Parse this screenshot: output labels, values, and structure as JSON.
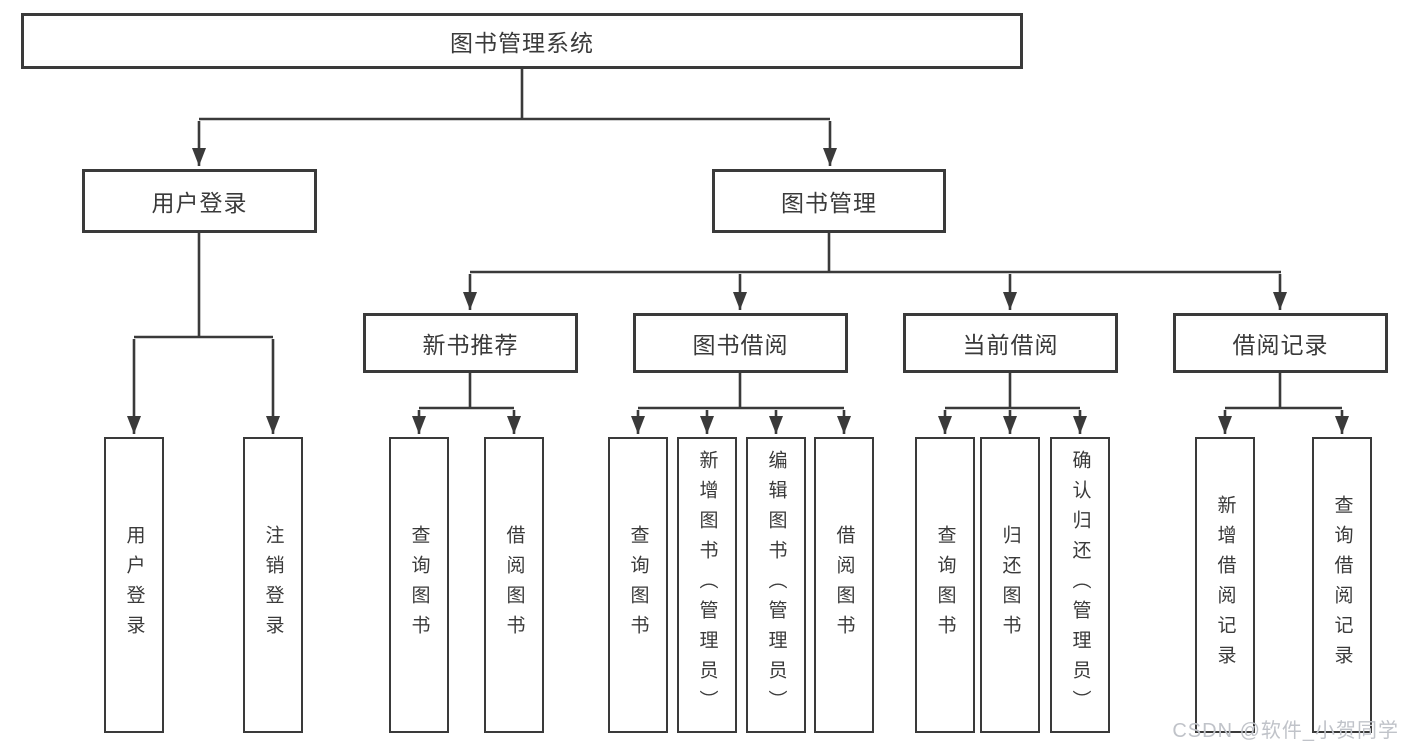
{
  "diagram_title": "图书管理系统",
  "tree": {
    "root": {
      "label": "图书管理系统"
    },
    "branches": [
      {
        "label": "用户登录",
        "children": [
          {
            "label": "用户登录"
          },
          {
            "label": "注销登录"
          }
        ]
      },
      {
        "label": "图书管理",
        "children": [
          {
            "label": "新书推荐",
            "children": [
              {
                "label": "查询图书"
              },
              {
                "label": "借阅图书"
              }
            ]
          },
          {
            "label": "图书借阅",
            "children": [
              {
                "label": "查询图书"
              },
              {
                "label": "新增图书（管理员）"
              },
              {
                "label": "编辑图书（管理员）"
              },
              {
                "label": "借阅图书"
              }
            ]
          },
          {
            "label": "当前借阅",
            "children": [
              {
                "label": "查询图书"
              },
              {
                "label": "归还图书"
              },
              {
                "label": "确认归还（管理员）"
              }
            ]
          },
          {
            "label": "借阅记录",
            "children": [
              {
                "label": "新增借阅记录"
              },
              {
                "label": "查询借阅记录"
              }
            ]
          }
        ]
      }
    ]
  },
  "watermark": {
    "text": "CSDN @软件_小贺同学"
  },
  "colors": {
    "line": "#3a3a3a",
    "box_border": "#3a3a3a",
    "text": "#3a3a3a",
    "background": "#ffffff",
    "watermark": "#c0c3c9"
  }
}
